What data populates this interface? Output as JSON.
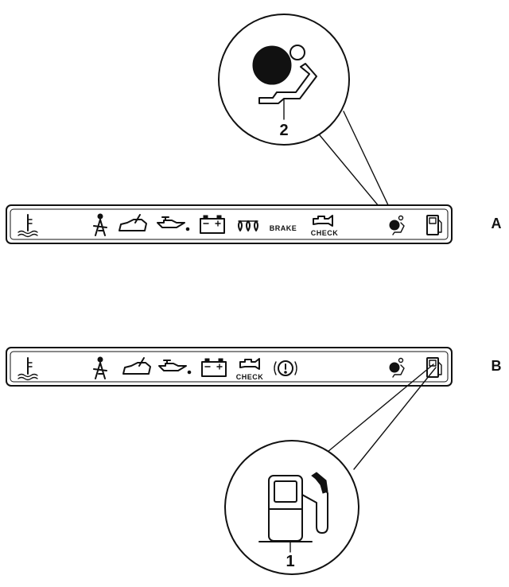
{
  "panel_a": {
    "label": "A",
    "brake_text": "BRAKE",
    "check_text": "CHECK",
    "icons": [
      "coolant-temp-icon",
      "seatbelt-icon",
      "door-ajar-icon",
      "oil-pressure-icon",
      "battery-icon",
      "glow-plug-icon",
      "brake-text-icon",
      "check-engine-icon",
      "airbag-icon",
      "fuel-icon"
    ]
  },
  "panel_b": {
    "label": "B",
    "check_text": "CHECK",
    "icons": [
      "coolant-temp-icon",
      "seatbelt-icon",
      "door-ajar-icon",
      "oil-pressure-icon",
      "battery-icon",
      "check-engine-icon",
      "brake-symbol-icon",
      "airbag-icon",
      "fuel-icon"
    ]
  },
  "callout_2": {
    "number": "2",
    "symbol": "airbag-warning-icon"
  },
  "callout_1": {
    "number": "1",
    "symbol": "fuel-pump-icon"
  }
}
